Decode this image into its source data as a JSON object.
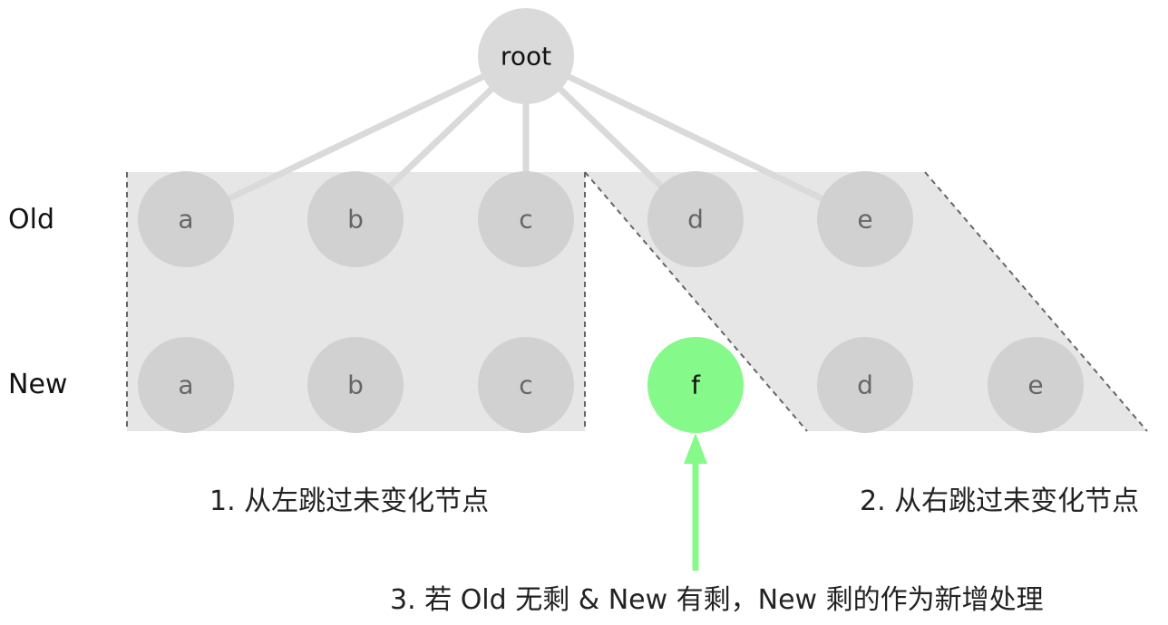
{
  "diagram": {
    "root": {
      "label": "root"
    },
    "rows": {
      "old_label": "Old",
      "new_label": "New"
    },
    "old_nodes": [
      "a",
      "b",
      "c",
      "d",
      "e"
    ],
    "new_nodes": [
      "a",
      "b",
      "c",
      "f",
      "d",
      "e"
    ],
    "new_node_color": "#85F98A",
    "node_color": "#D1D1D1",
    "region_color": "#E6E6E6",
    "captions": {
      "step1": "1. 从左跳过未变化节点",
      "step2": "2. 从右跳过未变化节点",
      "step3": "3. 若 Old 无剩 & New 有剩，New 剩的作为新增处理"
    }
  }
}
